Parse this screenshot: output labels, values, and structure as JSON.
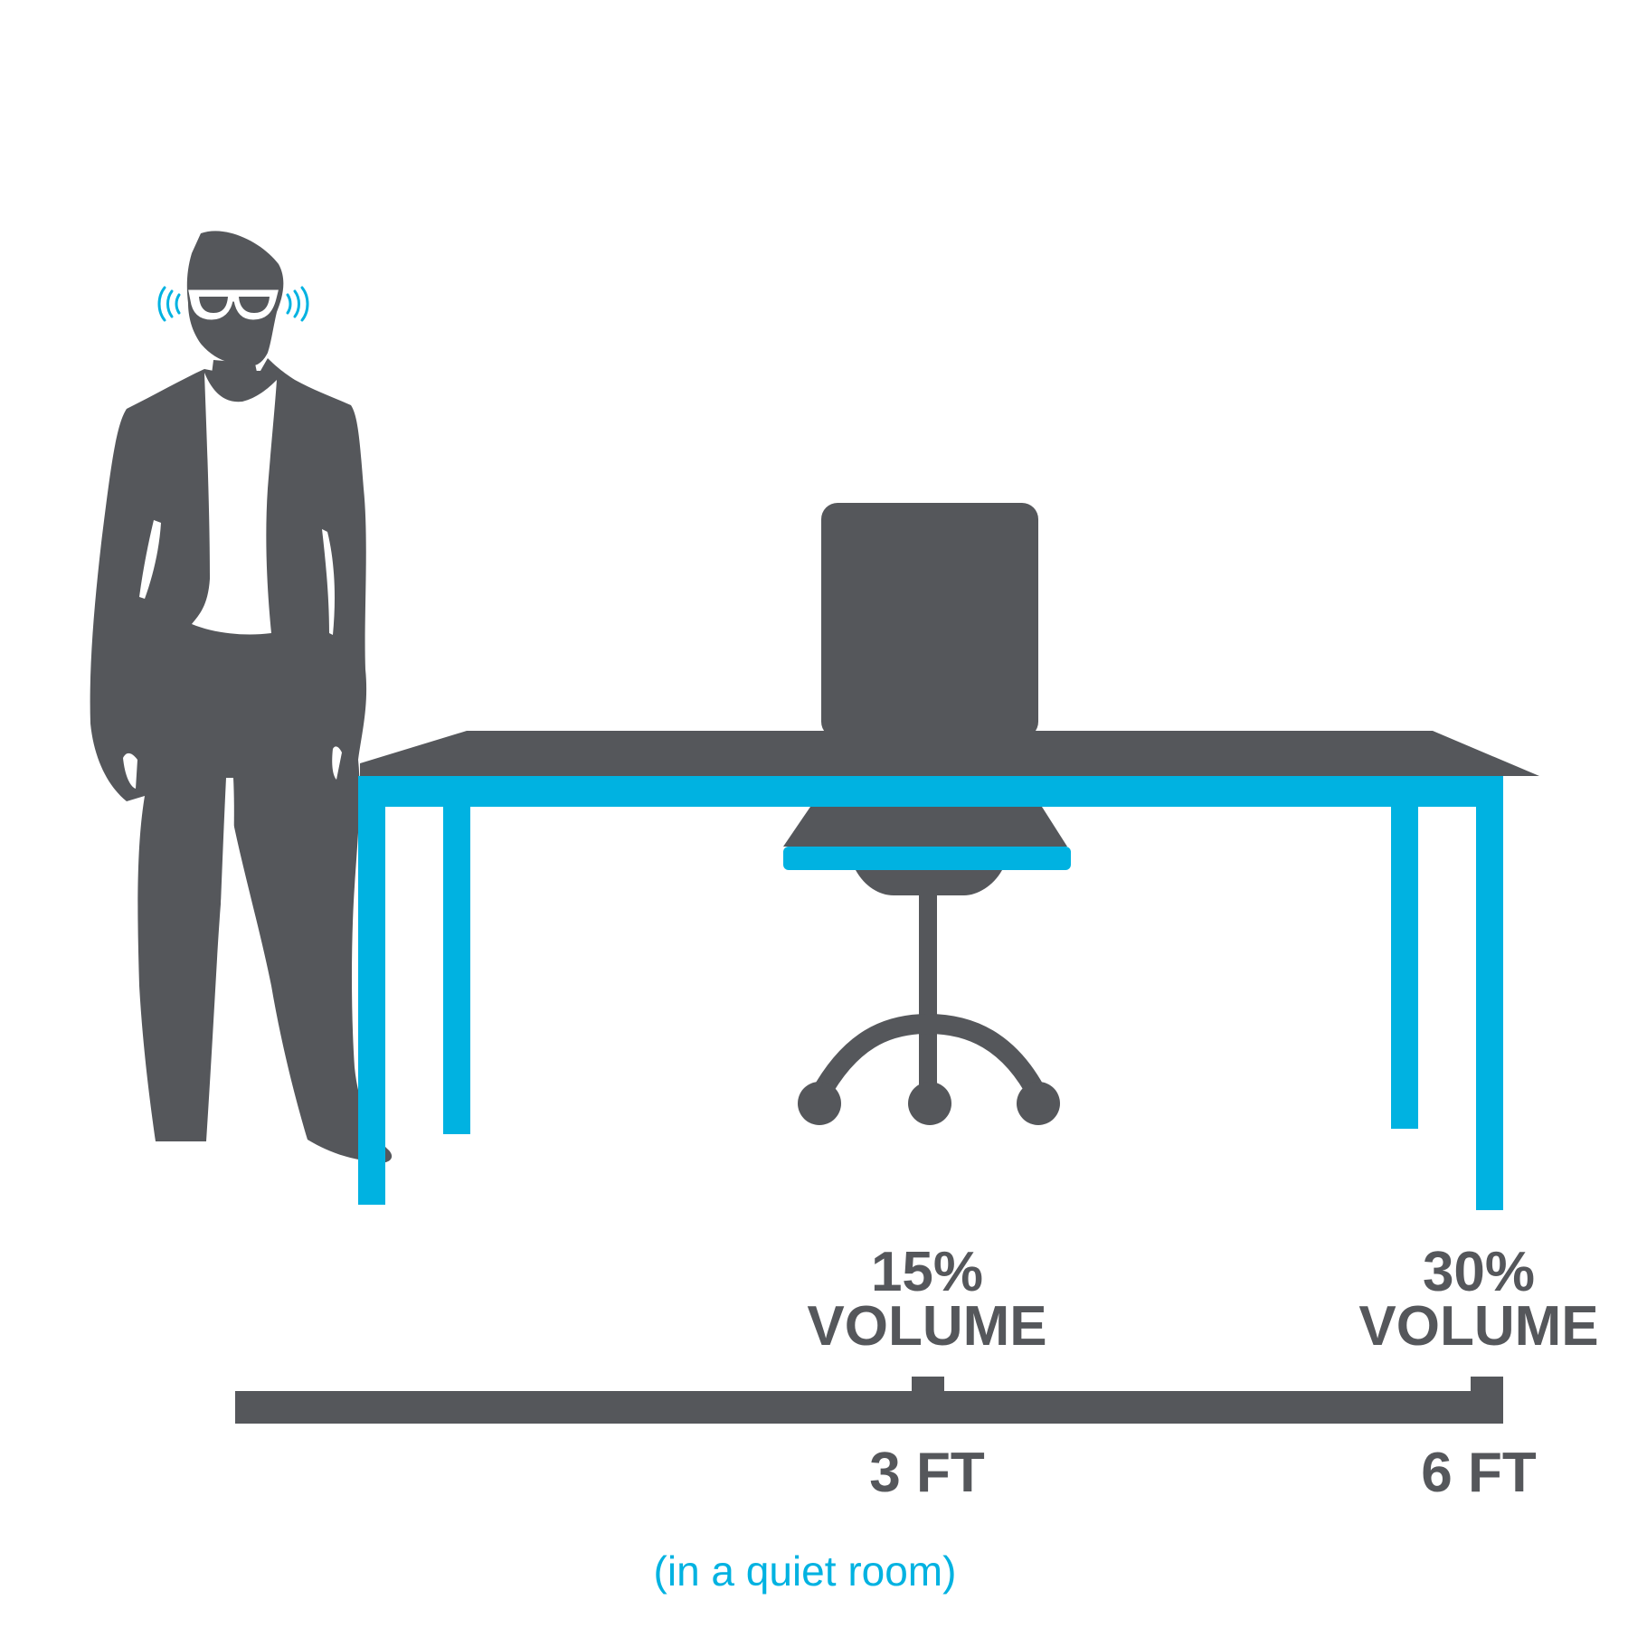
{
  "markers": [
    {
      "percent": "15%",
      "volume": "VOLUME",
      "distance": "3 FT"
    },
    {
      "percent": "30%",
      "volume": "VOLUME",
      "distance": "6 FT"
    }
  ],
  "note": "(in a quiet room)",
  "colors": {
    "dark": "#55575b",
    "accent": "#00b2e1",
    "background": "#ffffff"
  },
  "icons": [
    "sound-wave-icon",
    "sunglasses-icon"
  ]
}
